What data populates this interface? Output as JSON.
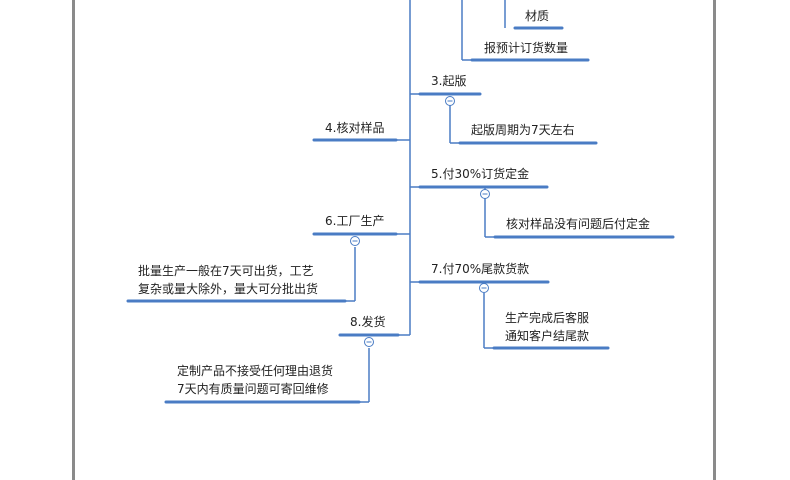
{
  "nodes": {
    "material": "材质",
    "report_qty": "报预计订货数量",
    "step3": "3.起版",
    "step3_note": "起版周期为7天左右",
    "step4": "4.核对样品",
    "step5": "5.付30%订货定金",
    "step5_note": "核对样品没有问题后付定金",
    "step6": "6.工厂生产",
    "step6_note": "批量生产一般在7天可出货，工艺\n复杂或量大除外，量大可分批出货",
    "step7": "7.付70%尾款货款",
    "step7_note": "生产完成后客服\n通知客户结尾款",
    "step8": "8.发货",
    "step8_note": "定制产品不接受任何理由退货\n7天内有质量问题可寄回维修"
  },
  "colors": {
    "line": "#4a7cc4",
    "frame": "#8a8a8a",
    "collapse_icon": "#4a7cc4"
  }
}
